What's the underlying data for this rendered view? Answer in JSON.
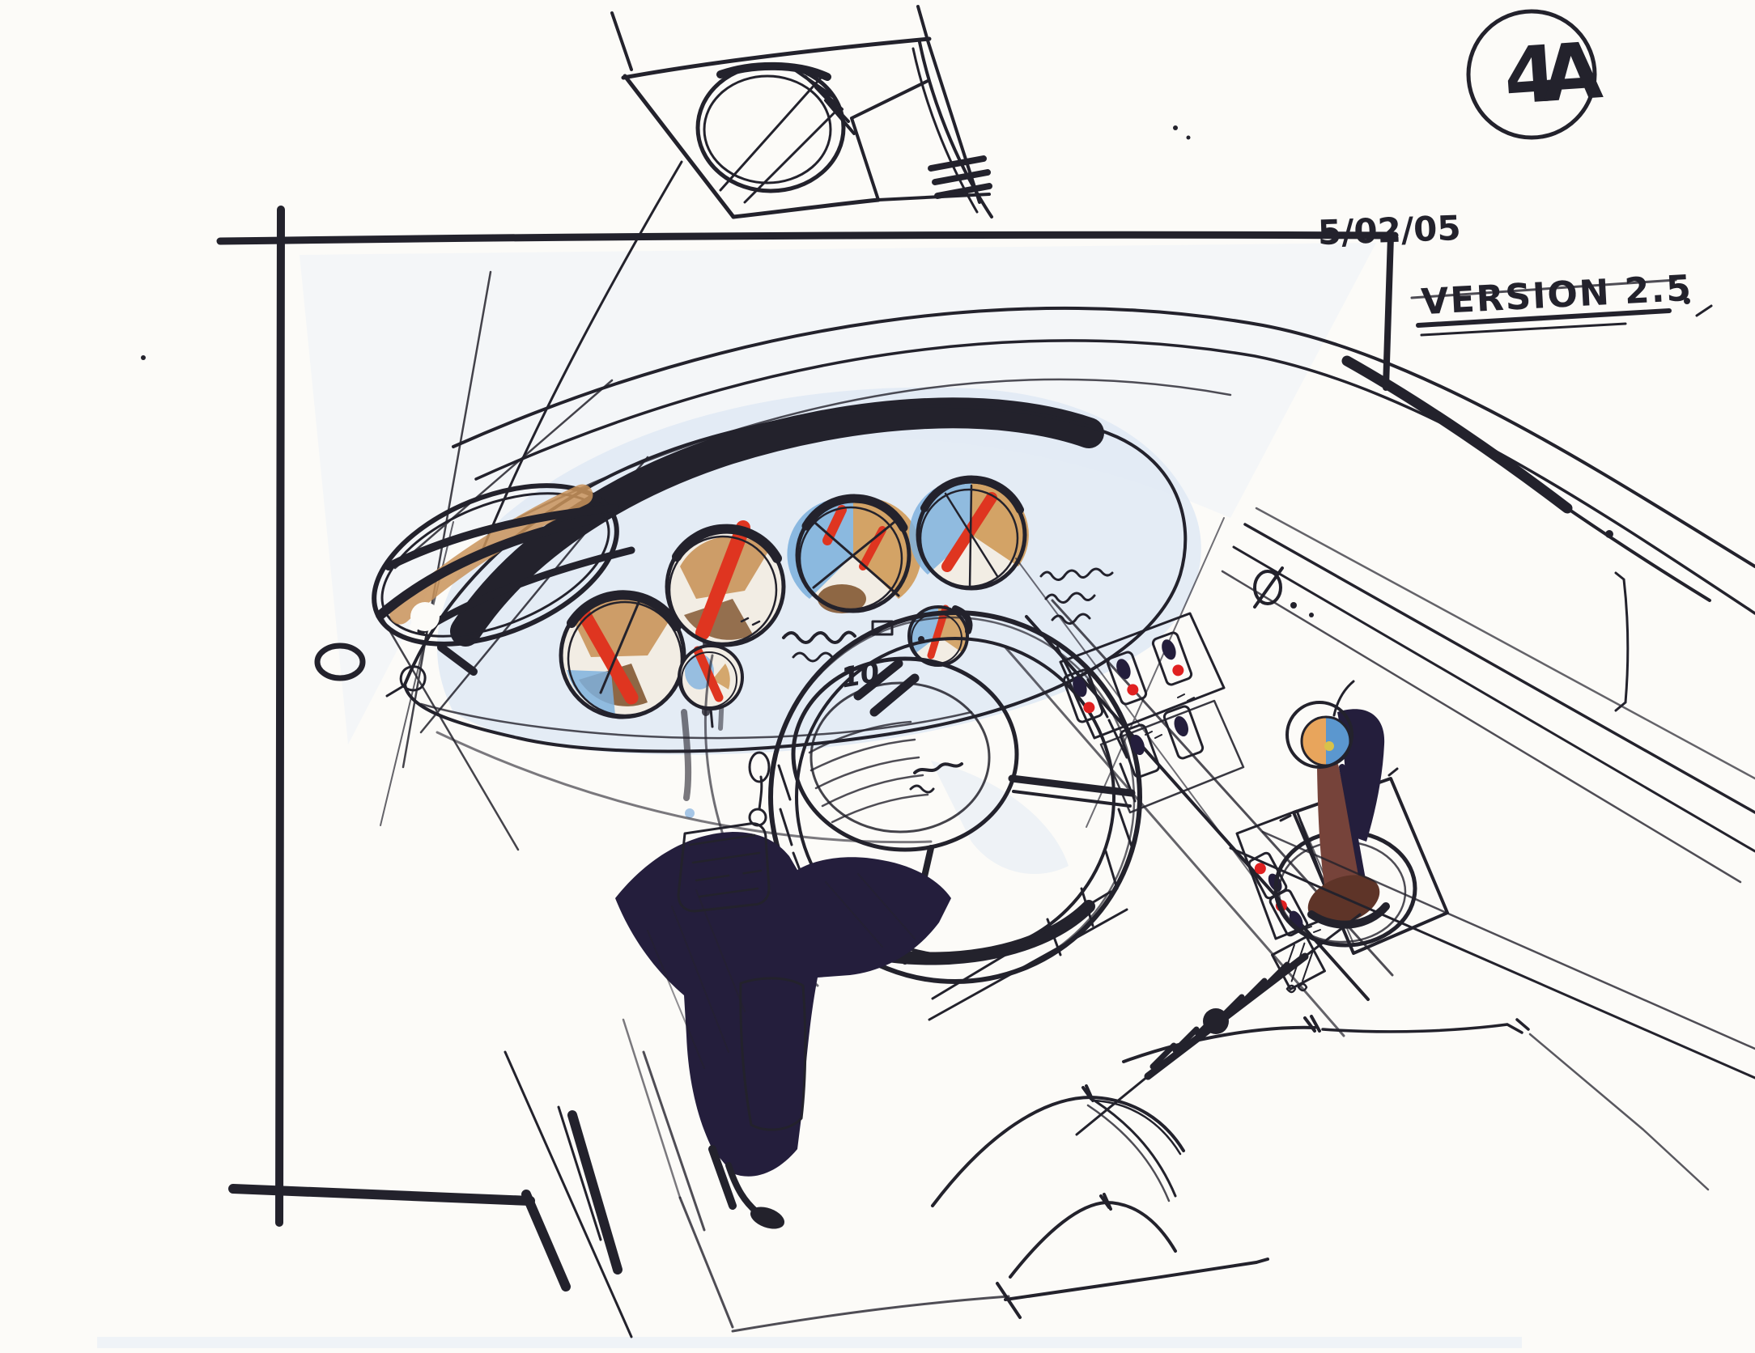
{
  "document": {
    "badge": "4A",
    "date": "5/02/05",
    "version_label": "VERSION 2.5",
    "gauge_note": "10"
  },
  "palette": {
    "paper": "#fcfbf8",
    "ink": "#23222c",
    "shadow_navy": "#241e3c",
    "wash_blue_light": "#eef2f9",
    "wash_blue": "#dfe9f4",
    "marker_blue": "#7fb2de",
    "marker_amber": "#cc9454",
    "marker_brown": "#7c4f28",
    "marker_red": "#df3520",
    "wood_brown": "#76433a",
    "knob_orange": "#e8a55c",
    "knob_blue": "#5b97cf",
    "switch_red": "#e02020"
  }
}
